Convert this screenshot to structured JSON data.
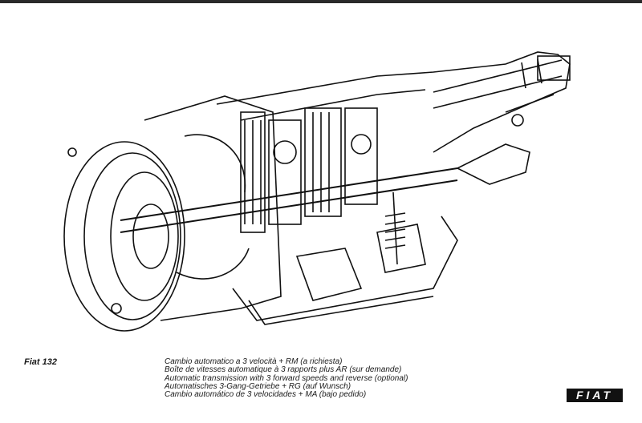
{
  "model": "Fiat 132",
  "captions": [
    "Cambio automatico a 3 velocità + RM (a richiesta)",
    "Boîte de vitesses automatique à 3 rapports plus AR (sur demande)",
    "Automatic transmission with 3 forward speeds and reverse (optional)",
    "Automatisches 3-Gang-Getriebe + RG (auf Wunsch)",
    "Cambio automático de 3 velocidades + MA (bajo pedido)"
  ],
  "logo": "FIAT"
}
